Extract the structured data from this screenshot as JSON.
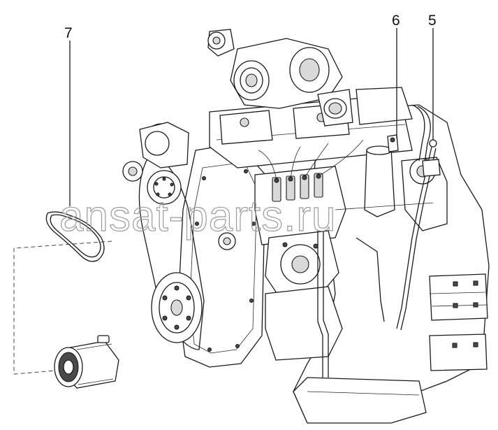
{
  "callouts": [
    {
      "id": "7",
      "label": "7"
    },
    {
      "id": "6",
      "label": "6"
    },
    {
      "id": "5",
      "label": "5"
    }
  ],
  "watermark": {
    "text": "ansat-parts.ru"
  }
}
